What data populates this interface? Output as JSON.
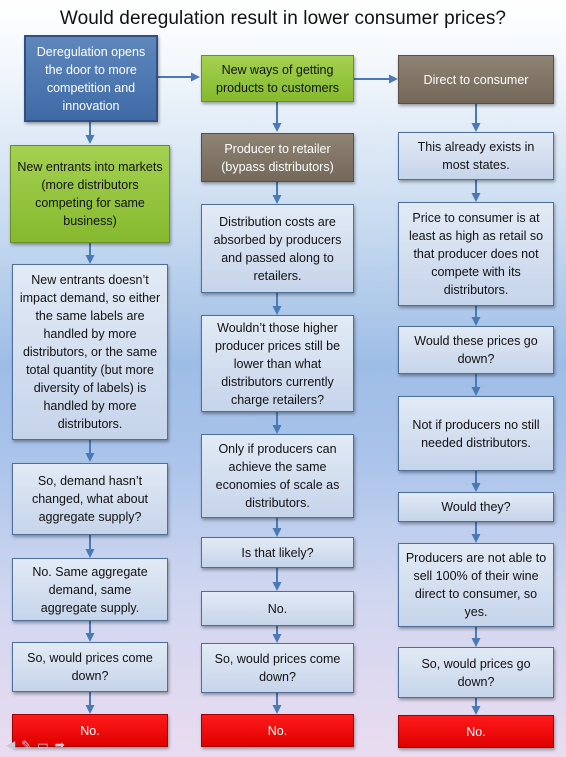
{
  "title": "Would deregulation result in lower consumer prices?",
  "colors": {
    "arrow": "#4a7ab5",
    "dark_blue": "#3f6aa6",
    "green": "#92c13a",
    "taupe": "#7f7366",
    "red": "#ff0000"
  },
  "nodes": {
    "dereg": "Deregulation opens  the door to more competition and innovation",
    "new_entrants": "New entrants into markets (more distributors competing for same business)",
    "l_demand": "New entrants doesn’t impact demand, so either the same labels are handled by more distributors, or the same total quantity (but more diversity of labels) is handled by more distributors.",
    "l_supply_q": "So, demand hasn’t changed, what about aggregate supply?",
    "l_same": "No.  Same aggregate demand, same aggregate supply.",
    "l_prices_q": "So, would prices come down?",
    "l_no": "No.",
    "new_ways": "New ways of getting products to customers",
    "retailer": "Producer to retailer (bypass distributors)",
    "m_costs": "Distribution costs are absorbed by producers and passed along to retailers.",
    "m_higher": "Wouldn’t those higher producer prices still be lower than what distributors currently charge retailers?",
    "m_only": "Only if producers can achieve the same economies of scale as distributors.",
    "m_likely": "Is that likely?",
    "m_no1": "No.",
    "m_prices_q": "So, would prices come down?",
    "m_no2": "No.",
    "direct": "Direct to consumer",
    "r_exists": "This already exists in most states.",
    "r_price": "Price to consumer is at least as high as retail so that producer does not compete with its distributors.",
    "r_down_q": "Would these prices go down?",
    "r_notif": "Not if producers no still needed distributors.",
    "r_would": "Would they?",
    "r_notable": "Producers are not able to sell 100% of their wine direct to consumer, so yes.",
    "r_prices_q": "So, would prices go down?",
    "r_no": "No."
  }
}
